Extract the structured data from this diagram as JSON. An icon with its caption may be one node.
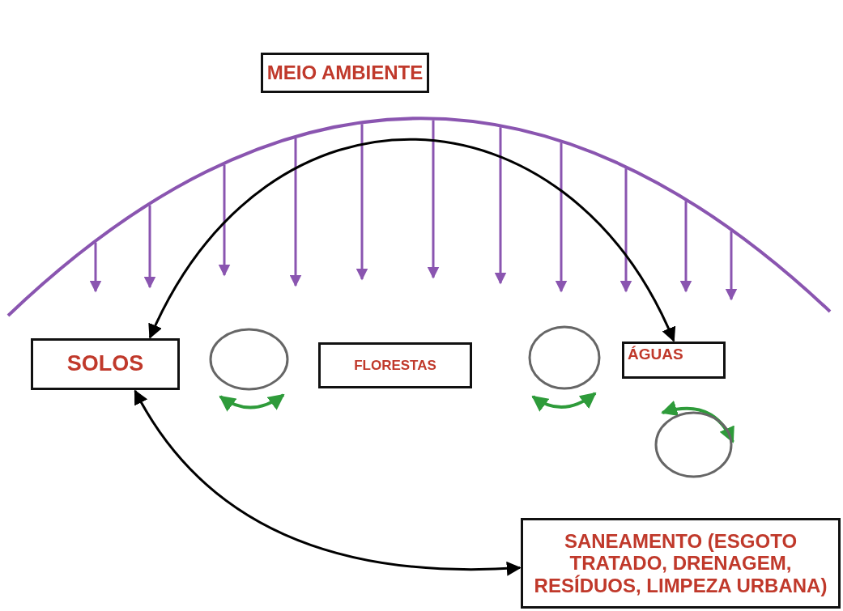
{
  "diagram": {
    "nodes": [
      {
        "text": [
          "MEIO AMBIENTE"
        ]
      },
      {
        "text": [
          "SOLOS"
        ]
      },
      {
        "text": [],
        "shape": "circle"
      },
      {
        "text": [
          "FLORESTAS"
        ]
      },
      {
        "text": [],
        "shape": "circle"
      },
      {
        "text": [
          "ÁGUAS"
        ]
      },
      {
        "text": [],
        "shape": "circle"
      },
      {
        "text": [
          "SANEAMENTO (ESGOTO TRATADO, DRENAGEM, RESÍDUOS, LIMPEZA URBANA)"
        ]
      }
    ],
    "edges": [
      {
        "from": 1,
        "to": 5,
        "arrow": "both"
      },
      {
        "from": 1,
        "to": 7,
        "arrow": "both"
      }
    ]
  }
}
